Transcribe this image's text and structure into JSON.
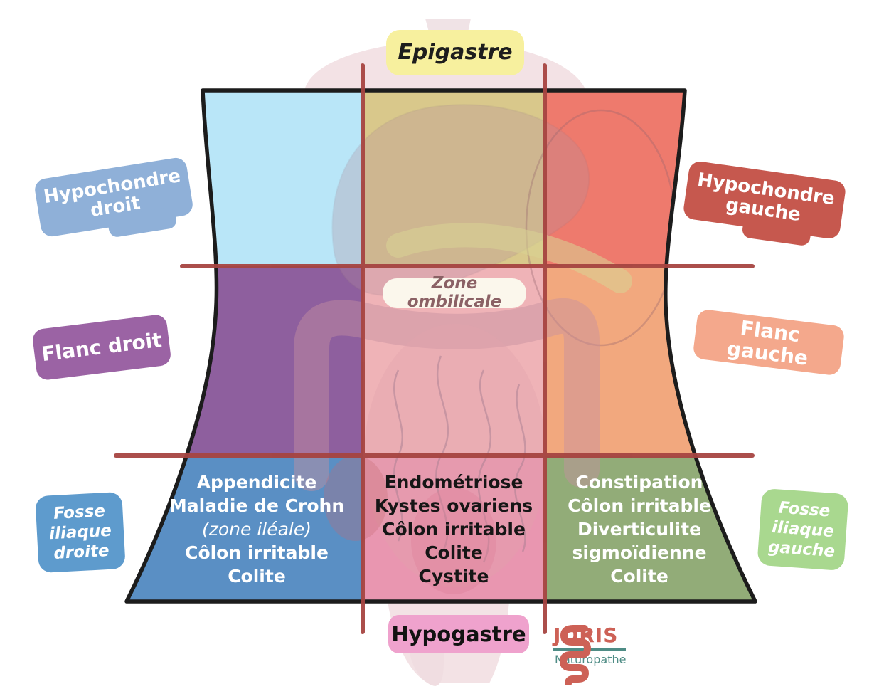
{
  "badges": {
    "epigastre": "Epigastre",
    "hypochondre_droit": "Hypochondre droit",
    "hypochondre_gauche": "Hypochondre gauche",
    "flanc_droit": "Flanc droit",
    "flanc_gauche": "Flanc gauche",
    "fosse_iliaque_droite": "Fosse iliaque droite",
    "fosse_iliaque_gauche": "Fosse iliaque gauche",
    "zone_ombilicale": "Zone ombilicale",
    "hypogastre": "Hypogastre"
  },
  "condition_lists": {
    "right_iliac": [
      {
        "text": "Appendicite"
      },
      {
        "text": "Maladie de Crohn"
      },
      {
        "text": "(zone iléale)",
        "emphasis": true
      },
      {
        "text": "Côlon irritable"
      },
      {
        "text": "Colite"
      }
    ],
    "hypogastric": [
      {
        "text": "Endométriose"
      },
      {
        "text": "Kystes ovariens"
      },
      {
        "text": "Côlon irritable"
      },
      {
        "text": "Colite"
      },
      {
        "text": "Cystite"
      }
    ],
    "left_iliac": [
      {
        "text": "Constipation"
      },
      {
        "text": "Côlon irritable"
      },
      {
        "text": "Diverticulite"
      },
      {
        "text": "sigmoïdienne"
      },
      {
        "text": "Colite"
      }
    ]
  },
  "logo": {
    "name": "JORIS",
    "subtitle": "Naturopathe"
  },
  "colors": {
    "badge_epigastre": "#f7f09e",
    "badge_hypochondre_droit": "#8fb0d8",
    "badge_hypochondre_gauche": "#c6584e",
    "badge_flanc_droit": "#9b63a4",
    "badge_flanc_gauche": "#f4a88c",
    "badge_fosse_droite": "#5e9bcd",
    "badge_fosse_gauche": "#a9d88f",
    "badge_zone_ombilicale": "#fbf7ec",
    "badge_hypogastre": "#efa2cd",
    "region_top_left": "#b9e6f8",
    "region_top_mid": "#d9c88b",
    "region_top_right": "#ee7a6d",
    "region_mid_left": "#8e5f9e",
    "region_mid_center": "#efb3b7",
    "region_mid_right": "#f2a87e",
    "region_bottom_left": "#5a8fc4",
    "region_bottom_mid": "#e996b0",
    "region_bottom_right": "#92ac78",
    "grid_line": "#a64441",
    "torso_outline": "#1c1c1c",
    "logo_red": "#cd6156",
    "logo_teal": "#4e8c85"
  }
}
